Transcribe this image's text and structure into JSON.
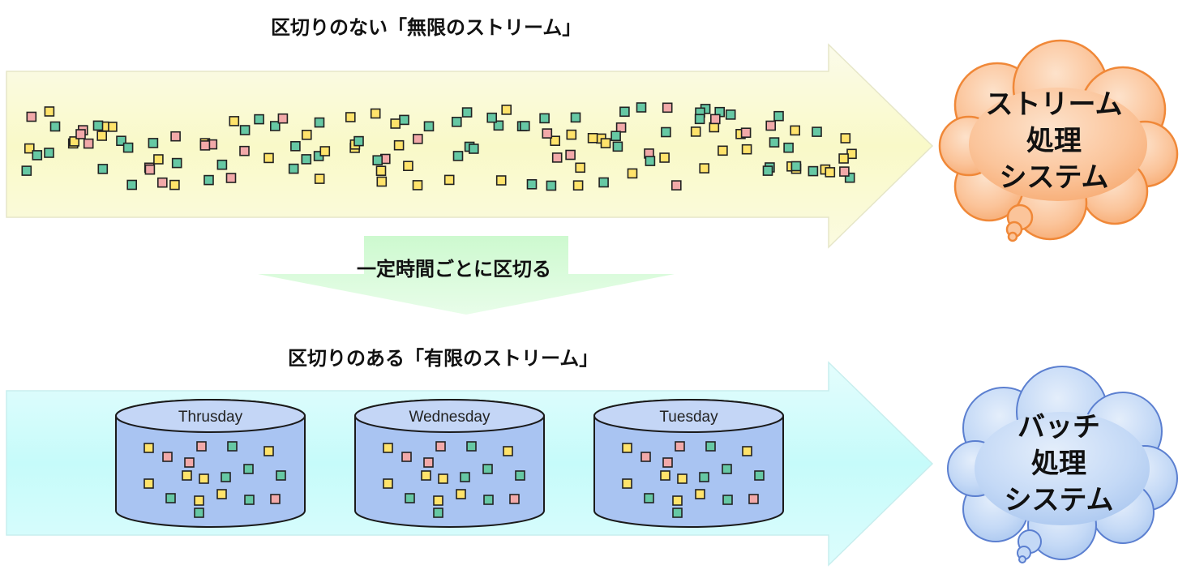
{
  "captions": {
    "unbounded": "区切りのない「無限のストリーム」",
    "split": "一定時間ごとに区切る",
    "bounded": "区切りのある「有限のストリーム」"
  },
  "clouds": {
    "stream": {
      "lines": [
        "ストリーム",
        "処理",
        "システム"
      ]
    },
    "batch": {
      "lines": [
        "バッチ",
        "処理",
        "システム"
      ]
    }
  },
  "batches": [
    {
      "label": "Thrusday"
    },
    {
      "label": "Wednesday"
    },
    {
      "label": "Tuesday"
    }
  ],
  "colors": {
    "stream_arrow": "#fcfcd2",
    "batch_arrow": "#ccfefc",
    "split_arrow": "#cbfbcc",
    "stream_cloud": "#fbbd8d",
    "batch_cloud": "#b9d3f6",
    "cylinder": "#a9c4f2",
    "dot_yellow": "#ffe36b",
    "dot_pink": "#f2a9a9",
    "dot_green": "#66c8a4"
  }
}
